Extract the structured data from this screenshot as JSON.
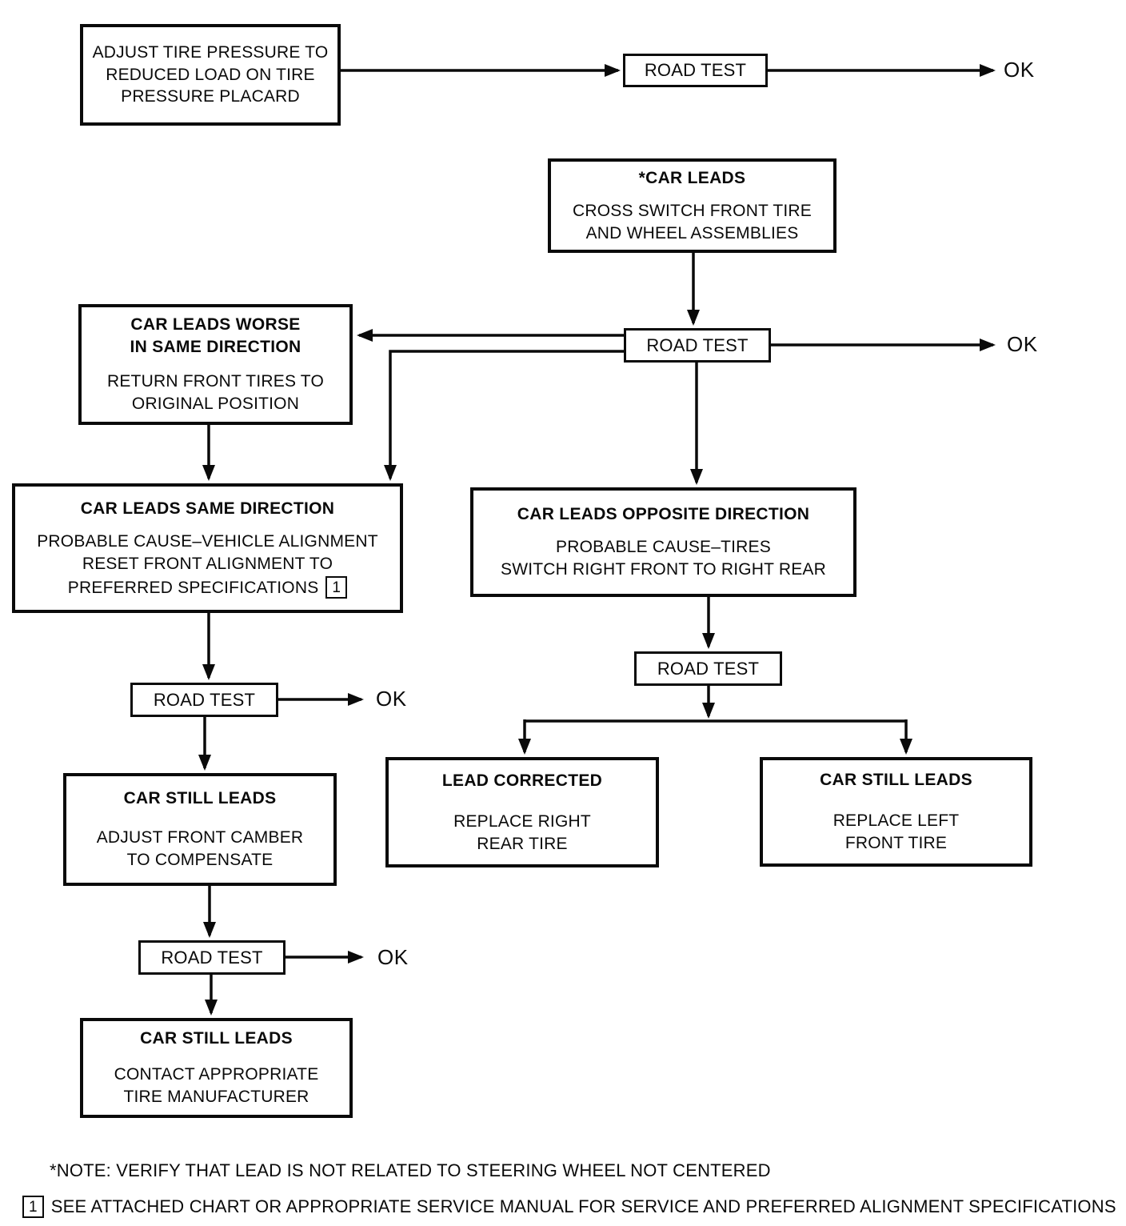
{
  "diagram": {
    "nodes": {
      "adjust_pressure": {
        "text": "ADJUST TIRE PRESSURE TO\nREDUCED LOAD ON TIRE\nPRESSURE PLACARD"
      },
      "car_leads": {
        "title": "*CAR LEADS",
        "body": "CROSS SWITCH FRONT TIRE\nAND WHEEL ASSEMBLIES"
      },
      "car_leads_worse": {
        "title": "CAR LEADS WORSE\nIN SAME DIRECTION",
        "body": "RETURN FRONT TIRES TO\nORIGINAL POSITION"
      },
      "car_leads_same": {
        "title": "CAR LEADS SAME DIRECTION",
        "body": "PROBABLE CAUSE–VEHICLE ALIGNMENT\nRESET FRONT ALIGNMENT TO",
        "body_last": "PREFERRED SPECIFICATIONS",
        "ref": "1"
      },
      "car_leads_opposite": {
        "title": "CAR LEADS OPPOSITE DIRECTION",
        "body": "PROBABLE CAUSE–TIRES\nSWITCH RIGHT FRONT TO RIGHT REAR"
      },
      "car_still_leads_camber": {
        "title": "CAR STILL LEADS",
        "body": "ADJUST FRONT CAMBER\nTO COMPENSATE"
      },
      "car_still_leads_contact": {
        "title": "CAR STILL LEADS",
        "body": "CONTACT APPROPRIATE\nTIRE MANUFACTURER"
      },
      "lead_corrected": {
        "title": "LEAD CORRECTED",
        "body": "REPLACE RIGHT\nREAR TIRE"
      },
      "car_still_leads_replace": {
        "title": "CAR STILL LEADS",
        "body": "REPLACE LEFT\nFRONT TIRE"
      },
      "road_test": "ROAD TEST",
      "ok": "OK"
    },
    "notes": {
      "note_star": "*NOTE: VERIFY THAT LEAD IS NOT RELATED TO STEERING WHEEL NOT CENTERED",
      "note_ref_marker": "1",
      "note_ref": "SEE ATTACHED CHART OR APPROPRIATE SERVICE MANUAL FOR SERVICE AND PREFERRED ALIGNMENT SPECIFICATIONS"
    },
    "colors": {
      "line": "#0a0a0a",
      "background": "#ffffff"
    }
  }
}
